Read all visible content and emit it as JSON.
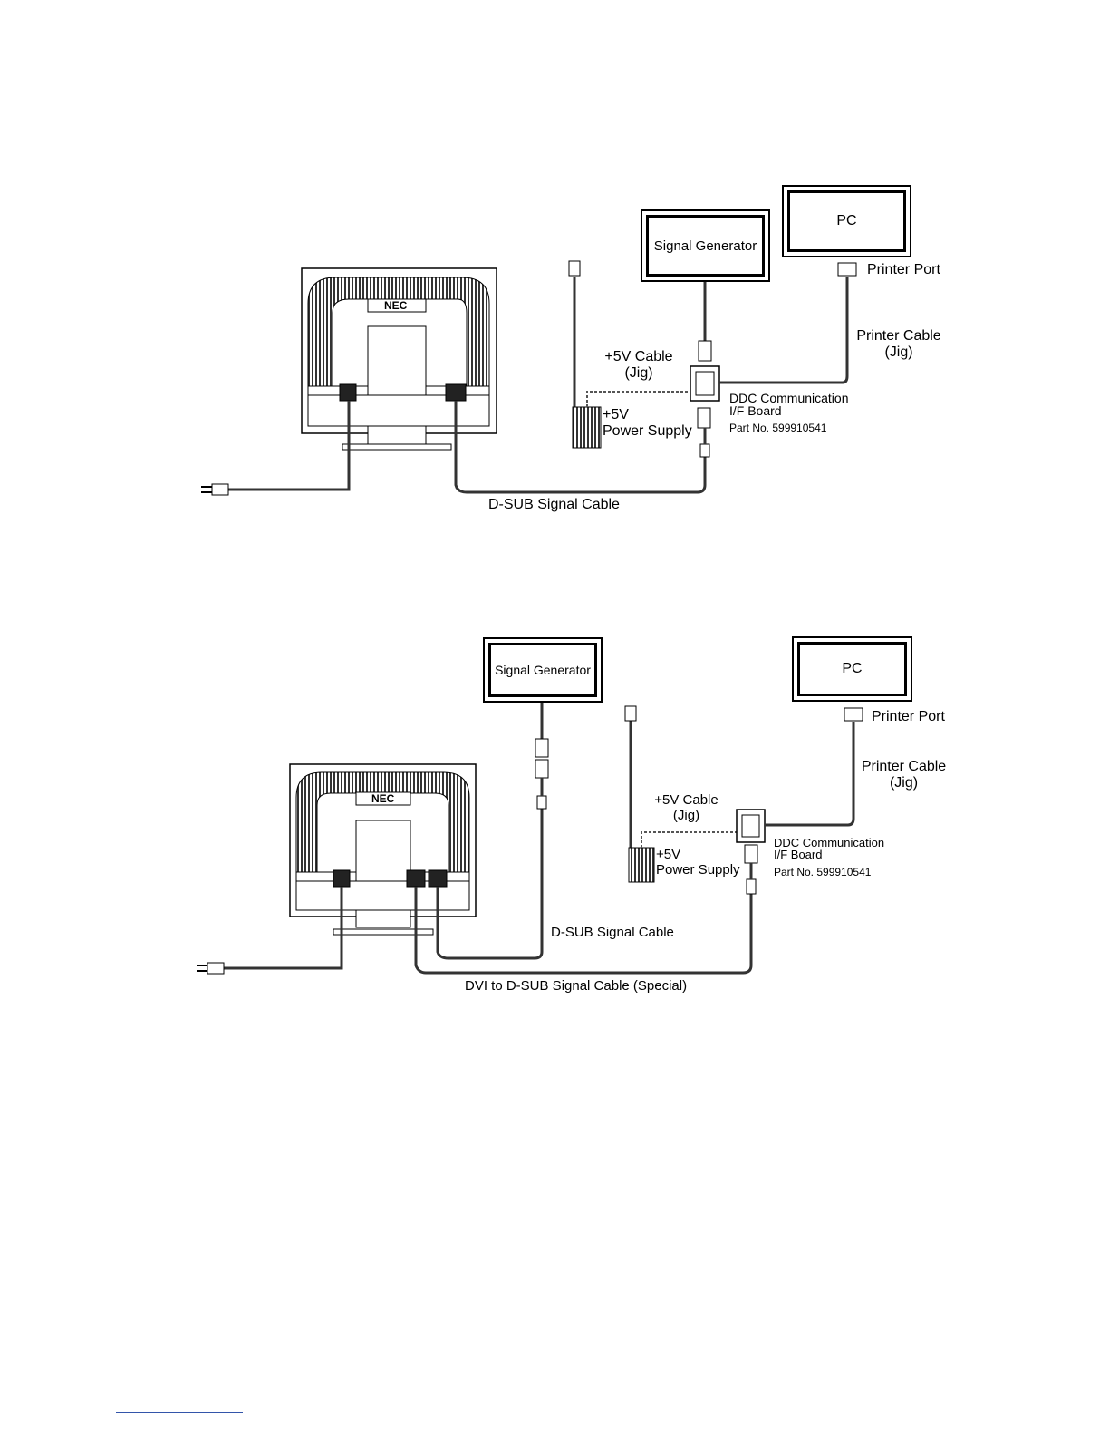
{
  "diagrams": [
    {
      "signal_generator": "Signal Generator",
      "pc": "PC",
      "printer_port": "Printer Port",
      "printer_cable": [
        "Printer Cable",
        "(Jig)"
      ],
      "plus5v_cable": [
        "+5V Cable",
        "(Jig)"
      ],
      "power_supply": [
        "+5V",
        "Power Supply"
      ],
      "ddc_board": [
        "DDC Communication",
        "I/F Board"
      ],
      "part_no": "Part No. 599910541",
      "cables": [
        "D-SUB Signal Cable"
      ],
      "monitor_logo": "NEC"
    },
    {
      "signal_generator": "Signal Generator",
      "pc": "PC",
      "printer_port": "Printer Port",
      "printer_cable": [
        "Printer Cable",
        "(Jig)"
      ],
      "plus5v_cable": [
        "+5V Cable",
        "(Jig)"
      ],
      "power_supply": [
        "+5V",
        "Power Supply"
      ],
      "ddc_board": [
        "DDC Communication",
        "I/F Board"
      ],
      "part_no": "Part No. 599910541",
      "cables": [
        "D-SUB Signal Cable",
        "DVI to D-SUB Signal Cable (Special)"
      ],
      "monitor_logo": "NEC"
    }
  ]
}
